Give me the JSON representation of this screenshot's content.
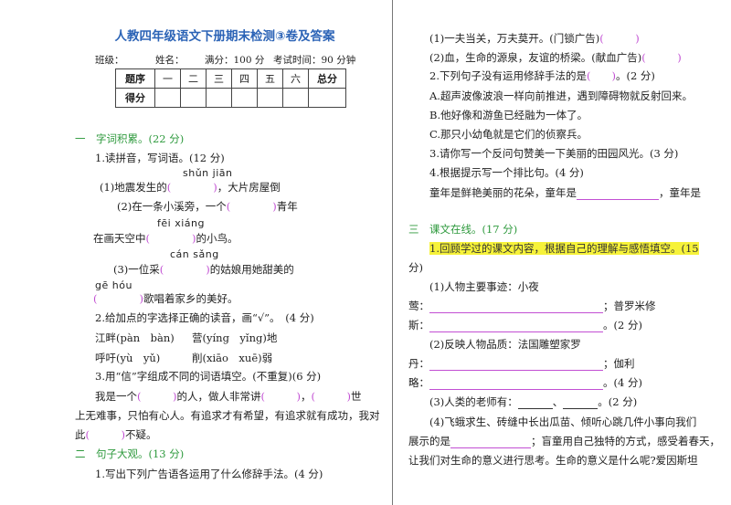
{
  "header": {
    "title": "人教四年级语文下册期末检测③卷及答案",
    "class_label": "班级：",
    "name_label": "姓名：",
    "full_score": "满分：100 分",
    "exam_time": "考试时间：90 分钟"
  },
  "score_table": {
    "row1": [
      "题序",
      "一",
      "二",
      "三",
      "四",
      "五",
      "六",
      "总分"
    ],
    "row2_label": "得分"
  },
  "left": {
    "sec1": "一　字词积累。(22 分)",
    "q1": "1.读拼音，写词语。(12 分)",
    "py1": "shǔn jiān",
    "l1a": "(1)地震发生的",
    "l1b": "，大片房屋倒",
    "l2a": "(2)在一条小溪旁，一个",
    "l2b": "青年",
    "py2": "fēi xiáng",
    "l3a": "在画天空中",
    "l3b": "的小鸟。",
    "py3": "cán sǎng",
    "l4a": "(3)一位采",
    "l4b": "的姑娘用她甜美的",
    "py4": "gē hóu",
    "l5": "歌唱着家乡的美好。",
    "q2": "2.给加点的字选择正确的读音，画“√”。　(4 分)",
    "w1": "江畔(pàn　bàn)",
    "w2": "营(yíng　yǐng)地",
    "w3": "呼吁(yù　yǔ)",
    "w4": "削(xiāo　xuē)弱",
    "q3": "3.用“信”字组成不同的词语填空。(不重复)(6 分)",
    "p1a": "我是一个",
    "p1b": "的人，做人非常讲",
    "p1c": "世",
    "p2": "上无难事，只怕有心人。有追求才有希望，有追求就有成功，我对",
    "p3a": "此",
    "p3b": "不疑。",
    "sec2": "二　句子大观。(13 分)",
    "q4": "1.写出下列广告语各运用了什么修辞手法。(4 分)"
  },
  "right": {
    "r1": "(1)一夫当关，万夫莫开。(门锁广告)",
    "r2": "(2)血，生命的源泉，友谊的桥梁。(献血广告)",
    "r3a": "2.下列句子没有运用修辞手法的是",
    "r3b": "。(2 分)",
    "r4": "A.超声波像波浪一样向前推进，遇到障碍物就反射回来。",
    "r5": "B.他好像和游鱼已经融为一体了。",
    "r6": "C.那只小幼龟就是它们的侦察兵。",
    "r7": "3.请你写一个反问句赞美一下美丽的田园风光。(3 分)",
    "r8": "4.根据提示写一个排比句。(4 分)",
    "r9a": "童年是鲜艳美丽的花朵，童年是",
    "r9b": "，童年是",
    "sec3": "三　课文在线。(17 分)",
    "r10": "1.回顾学过的课文内容，根据自己的理解与感悟填空。(15",
    "r11": "分)",
    "r12": "(1)人物主要事迹：小夜",
    "r13a": "莺：",
    "r13b": "；普罗米修",
    "r14a": "斯：",
    "r14b": "。(2 分)",
    "r15": "(2)反映人物品质：法国雕塑家罗",
    "r16a": "丹：",
    "r16b": "；伽利",
    "r17a": "略：",
    "r17b": "。(4 分)",
    "r18a": "(3)人类的老师有：",
    "r18b": "、",
    "r18c": "。(2 分)",
    "r19": "(4)飞蛾求生、砖缝中长出瓜苗、倾听心跳几件小事向我们",
    "r20a": "展示的是",
    "r20b": "；盲童用自己独特的方式，感受着春天，",
    "r21": "让我们对生命的意义进行思考。生命的意义是什么呢?爱因斯坦"
  }
}
